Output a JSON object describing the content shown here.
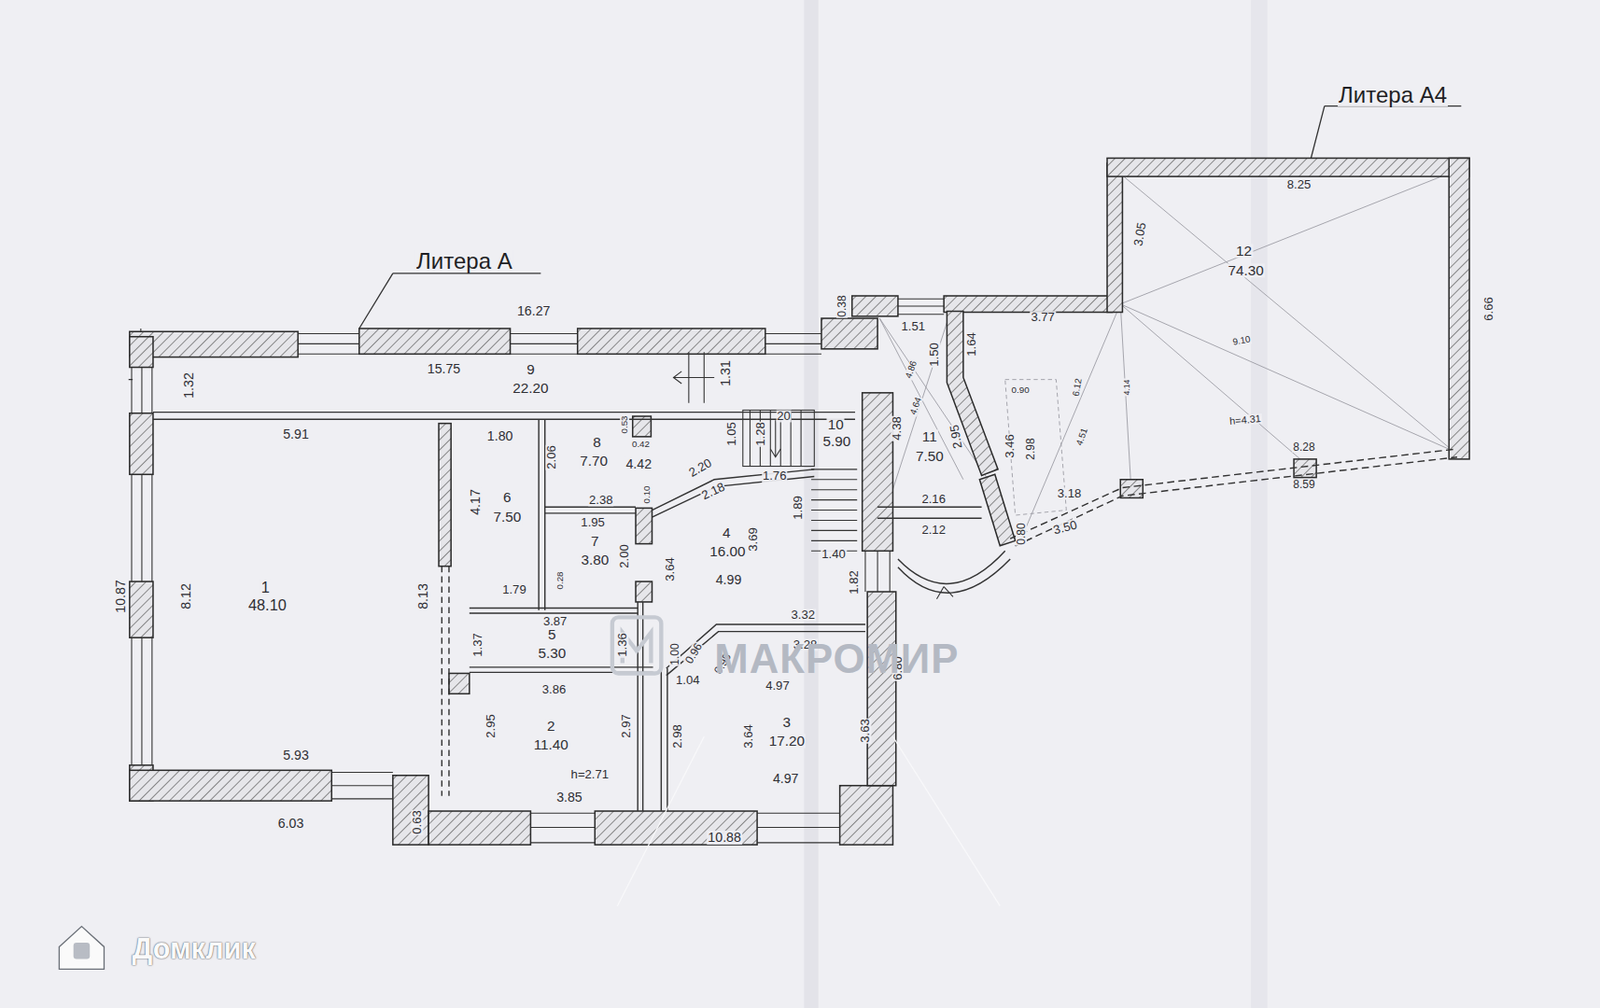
{
  "diagram": {
    "labels": [
      "Литера А",
      "16.27",
      "15.75",
      "9",
      "22.20",
      "1.32",
      "1.31",
      "5.91",
      "1.80",
      "0.53",
      "0.42",
      "8",
      "7.70",
      "4.42",
      "2.06",
      "1.05",
      "1.28",
      "20",
      "10",
      "5.90",
      "2.20",
      "2.18",
      "1.76",
      "4.17",
      "6",
      "7.50",
      "2.38",
      "0.10",
      "1.89",
      "1.95",
      "7",
      "3.80",
      "4",
      "16.00",
      "3.69",
      "1.40",
      "2.00",
      "3.64",
      "4.99",
      "0.28",
      "1.79",
      "1.82",
      "10.87",
      "8.12",
      "1",
      "48.10",
      "8.13",
      "3.87",
      "3.32",
      "5",
      "5.30",
      "1.37",
      "1.36",
      "1.00",
      "0.96",
      "0.95",
      "3.28",
      "1.04",
      "6.80",
      "3.86",
      "4.97",
      "2",
      "11.40",
      "2.95",
      "2.97",
      "2.98",
      "3.64",
      "3",
      "17.20",
      "3.63",
      "h=2.71",
      "5.93",
      "3.85",
      "4.97",
      "6.03",
      "0.63",
      "10.88",
      "Литера А4",
      "8.25",
      "3.05",
      "12",
      "74.30",
      "0.38",
      "1.51",
      "3.77",
      "6.66",
      "9.10",
      "1.50",
      "1.64",
      "4.86",
      "0.90",
      "4.64",
      "4.38",
      "6.12",
      "4.14",
      "11",
      "7.50",
      "2.95",
      "3.46",
      "2.98",
      "4.51",
      "h=4.31",
      "8.28",
      "8.59",
      "2.16",
      "2.12",
      "3.18",
      "0.80",
      "3.50",
      "МАКРОМИР",
      "Домклик"
    ]
  }
}
